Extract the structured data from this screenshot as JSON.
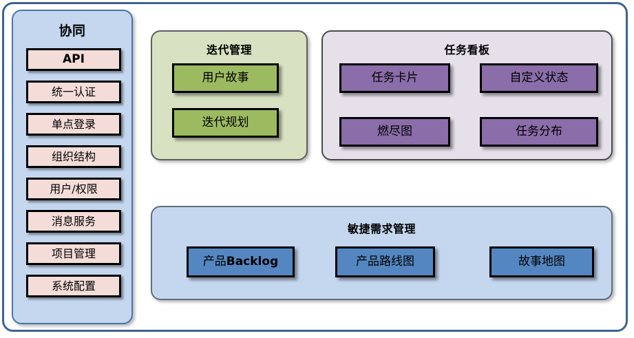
{
  "theme": {
    "outer_border": "#3d6293",
    "sidebar_bg": "#c4d7ef",
    "sidebar_item_bg": "#f4ddd9",
    "iteration_panel_bg": "#d8e2c2",
    "iteration_box_bg": "#9cbb61",
    "board_panel_bg": "#e5e0ea",
    "board_box_bg": "#8a6da9",
    "agile_panel_bg": "#c4d7ef",
    "agile_box_bg": "#5487c1"
  },
  "sidebar": {
    "title": "协同",
    "items": [
      {
        "label": "API",
        "latin": true
      },
      {
        "label": "统一认证",
        "latin": false
      },
      {
        "label": "单点登录",
        "latin": false
      },
      {
        "label": "组织结构",
        "latin": false
      },
      {
        "label": "用户/权限",
        "latin": false
      },
      {
        "label": "消息服务",
        "latin": false
      },
      {
        "label": "项目管理",
        "latin": false
      },
      {
        "label": "系统配置",
        "latin": false
      }
    ]
  },
  "iteration_panel": {
    "title": "迭代管理",
    "boxes": [
      {
        "label": "用户故事"
      },
      {
        "label": "迭代规划"
      }
    ]
  },
  "board_panel": {
    "title": "任务看板",
    "boxes": [
      {
        "label": "任务卡片"
      },
      {
        "label": "自定义状态"
      },
      {
        "label": "燃尽图"
      },
      {
        "label": "任务分布"
      }
    ]
  },
  "agile_panel": {
    "title": "敏捷需求管理",
    "boxes": [
      {
        "label_cjk": "产品",
        "label_latin": "Backlog"
      },
      {
        "label_cjk": "产品路线图",
        "label_latin": ""
      },
      {
        "label_cjk": "故事地图",
        "label_latin": ""
      }
    ]
  }
}
